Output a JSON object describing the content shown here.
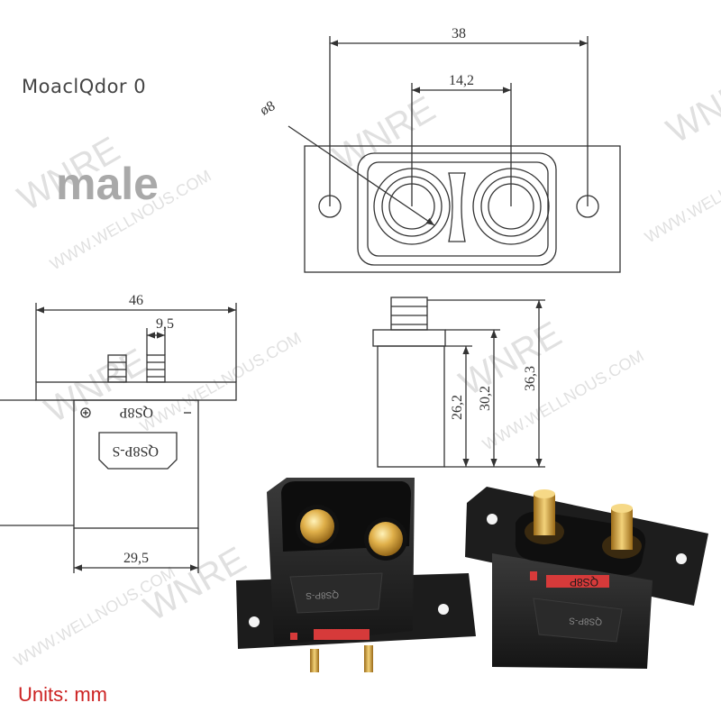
{
  "header": {
    "model_label": "MoaclQdor 0",
    "variant_label": "male"
  },
  "footer": {
    "units_note": "Units: mm"
  },
  "dimensions": {
    "front_width": "38",
    "pin_spacing": "14,2",
    "pin_diameter": "ø8",
    "body_width": "46",
    "pin_pitch": "9,5",
    "lower_width": "29,5",
    "height_a": "26,2",
    "height_b": "30,2",
    "height_c": "36,3"
  },
  "markings": {
    "part_code": "QS8P",
    "part_code_small": "QS8P-S"
  },
  "watermarks": {
    "brand": "WNRE",
    "site": "WWW.WELLNOUS.COM"
  },
  "colors": {
    "line": "#333333",
    "variant_text": "#a9a9a9",
    "units_text": "#cc2222",
    "connector_body": "#202020",
    "gold": "#d4a43a",
    "accent_red": "#d63a3a"
  }
}
